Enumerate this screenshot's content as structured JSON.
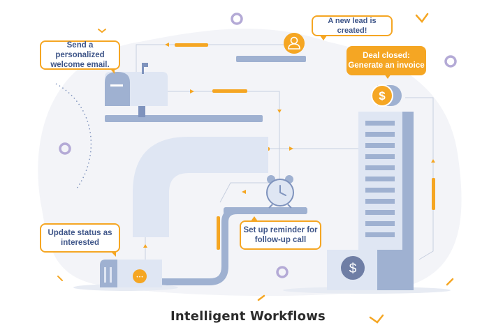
{
  "title": "Intelligent Workflows",
  "bubbles": {
    "new_lead": "A new lead is created!",
    "welcome_email": [
      "Send a personalized",
      "welcome email."
    ],
    "deal_closed": [
      "Deal closed:",
      "Generate an invoice"
    ],
    "update_status": [
      "Update status as",
      "interested"
    ],
    "reminder": [
      "Set up reminder for",
      "follow-up call"
    ]
  },
  "icons": {
    "currency_symbol": "$",
    "dots": "•••"
  },
  "colors": {
    "accent": "#f5a623",
    "primary": "#9fb1d1",
    "primary_dark": "#7f93bd",
    "light": "#dfe6f3",
    "background_blob": "#f3f4f8",
    "ring": "#b4aad6",
    "text": "#3f5689"
  }
}
